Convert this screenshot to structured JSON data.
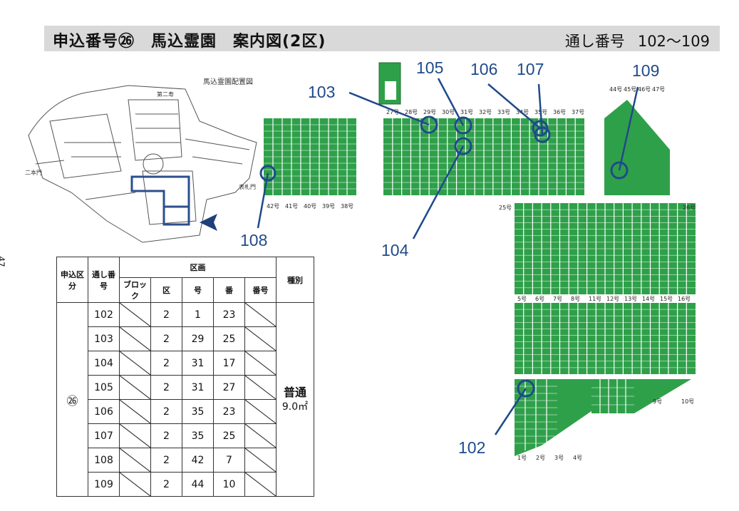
{
  "header": {
    "title": "申込番号㉖　馬込霊園　案内図(2区)",
    "serial_label": "通し番号",
    "serial_range": "102〜109"
  },
  "page_number": "47",
  "overview": {
    "map_title": "馬込霊園配置図",
    "labels": [
      "第二寿",
      "二本門",
      "表札門"
    ]
  },
  "table": {
    "headers": {
      "application_category": "申込区分",
      "serial": "通し番号",
      "plot": "区画",
      "block": "ブロック",
      "ward": "区",
      "row_no": "号",
      "number": "番",
      "sub_number": "番号",
      "type": "種別"
    },
    "category": "㉖",
    "type_value": "普通",
    "type_area": "9.0㎡",
    "rows": [
      {
        "serial": "102",
        "ward": "2",
        "row_no": "1",
        "number": "23"
      },
      {
        "serial": "103",
        "ward": "2",
        "row_no": "29",
        "number": "25"
      },
      {
        "serial": "104",
        "ward": "2",
        "row_no": "31",
        "number": "17"
      },
      {
        "serial": "105",
        "ward": "2",
        "row_no": "31",
        "number": "27"
      },
      {
        "serial": "106",
        "ward": "2",
        "row_no": "35",
        "number": "23"
      },
      {
        "serial": "107",
        "ward": "2",
        "row_no": "35",
        "number": "25"
      },
      {
        "serial": "108",
        "ward": "2",
        "row_no": "42",
        "number": "7"
      },
      {
        "serial": "109",
        "ward": "2",
        "row_no": "44",
        "number": "10"
      }
    ]
  },
  "map": {
    "callouts": [
      "102",
      "103",
      "104",
      "105",
      "106",
      "107",
      "108",
      "109"
    ],
    "row_labels_top": [
      "27号",
      "28号",
      "29号",
      "30号",
      "31号",
      "32号",
      "33号",
      "34号",
      "35号",
      "36号",
      "37号"
    ],
    "row_labels_left": [
      "42号",
      "41号",
      "40号",
      "39号",
      "38号"
    ],
    "row_labels_mid": [
      "25号",
      "26号"
    ],
    "row_labels_lower": [
      "5号",
      "6号",
      "7号",
      "8号",
      "11号",
      "12号",
      "13号",
      "14号",
      "15号",
      "16号"
    ],
    "row_labels_bottom": [
      "1号",
      "2号",
      "3号",
      "4号",
      "9号",
      "10号"
    ],
    "row_labels_right": [
      "44号",
      "45号",
      "46号",
      "47号"
    ]
  },
  "colors": {
    "plot_green": "#2fa04a",
    "marker_blue": "#1f4a8a",
    "header_gray": "#d9d9d9"
  }
}
